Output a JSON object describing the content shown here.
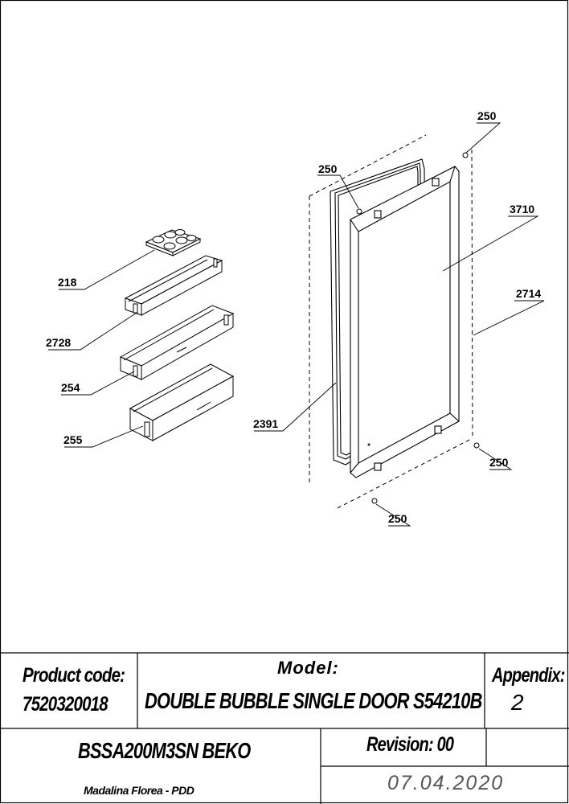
{
  "callouts": [
    {
      "id": "c218",
      "label": "218"
    },
    {
      "id": "c2728",
      "label": "2728"
    },
    {
      "id": "c254",
      "label": "254"
    },
    {
      "id": "c255",
      "label": "255"
    },
    {
      "id": "c2391",
      "label": "2391"
    },
    {
      "id": "c250a",
      "label": "250"
    },
    {
      "id": "c250b",
      "label": "250"
    },
    {
      "id": "c3710",
      "label": "3710"
    },
    {
      "id": "c2714",
      "label": "2714"
    },
    {
      "id": "c250c",
      "label": "250"
    },
    {
      "id": "c250d",
      "label": "250"
    }
  ],
  "title_block": {
    "product_code_label": "Product code:",
    "product_code": "7520320018",
    "model_label": "Model:",
    "model_name": "DOUBLE BUBBLE SINGLE DOOR S54210B",
    "appendix_label": "Appendix:",
    "appendix_number": "2",
    "brand_model": "BSSA200M3SN BEKO",
    "revision": "Revision: 00",
    "author": "Madalina Florea - PDD",
    "date": "07.04.2020"
  }
}
